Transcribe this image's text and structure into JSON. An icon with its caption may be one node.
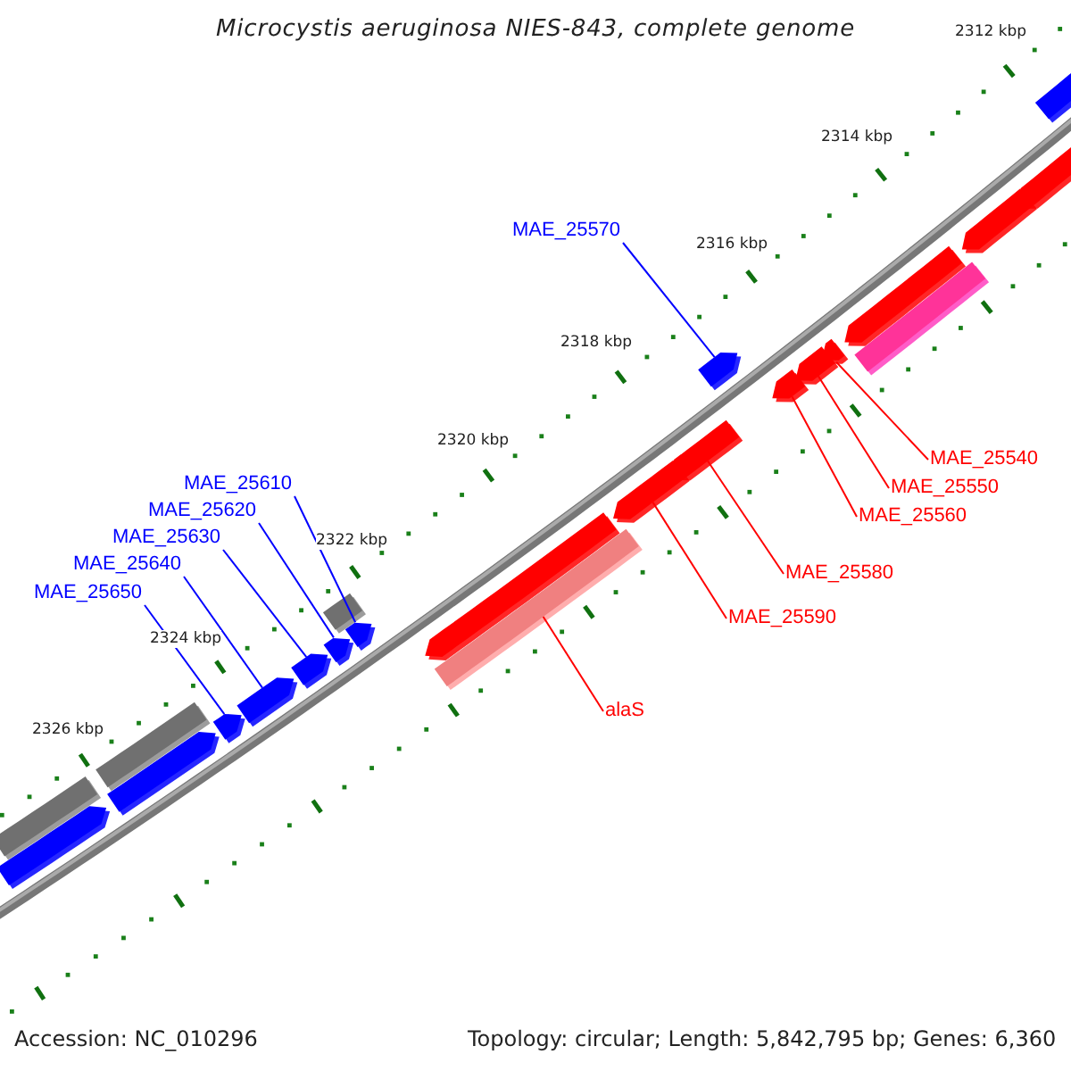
{
  "diagram": {
    "title": "Microcystis aeruginosa NIES-843, complete genome",
    "nodes": [
      {
        "text": [
          "MAE_25570"
        ]
      },
      {
        "text": [
          "MAE_25610"
        ]
      },
      {
        "text": [
          "MAE_25620"
        ]
      },
      {
        "text": [
          "MAE_25630"
        ]
      },
      {
        "text": [
          "MAE_25640"
        ]
      },
      {
        "text": [
          "MAE_25650"
        ]
      },
      {
        "text": [
          "MAE_25540"
        ]
      },
      {
        "text": [
          "MAE_25550"
        ]
      },
      {
        "text": [
          "MAE_25560"
        ]
      },
      {
        "text": [
          "MAE_25580"
        ]
      },
      {
        "text": [
          "MAE_25590"
        ]
      },
      {
        "text": [
          "alaS"
        ]
      },
      {
        "text": [],
        "shape": "bar"
      },
      {
        "text": [],
        "shape": "pentagon"
      },
      {
        "text": [],
        "shape": "bar"
      },
      {
        "text": [],
        "shape": "pentagon"
      },
      {
        "text": [],
        "shape": "pentagon"
      },
      {
        "text": [],
        "shape": "pentagon"
      },
      {
        "text": [],
        "shape": "pentagon"
      },
      {
        "text": [],
        "shape": "pentagon"
      },
      {
        "text": [],
        "shape": "bar"
      },
      {
        "text": [],
        "shape": "pentagon"
      },
      {
        "text": [],
        "shape": "pentagon"
      },
      {
        "text": [],
        "shape": "bar"
      },
      {
        "text": [],
        "shape": "pentagon"
      },
      {
        "text": [],
        "shape": "pentagon"
      },
      {
        "text": [],
        "shape": "pentagon"
      },
      {
        "text": [],
        "shape": "pentagon"
      },
      {
        "text": [],
        "shape": "pentagon"
      },
      {
        "text": [],
        "shape": "pentagon"
      },
      {
        "text": [],
        "shape": "pentagon"
      },
      {
        "text": [],
        "shape": "bar"
      },
      {
        "text": [],
        "shape": "pentagon"
      },
      {
        "text": [],
        "shape": "pentagon"
      },
      {
        "text": [],
        "shape": "bar"
      }
    ],
    "edges": [
      {
        "from": 0,
        "to": 26,
        "arrow": "none",
        "color": "#0000ff"
      },
      {
        "from": 1,
        "to": 21,
        "arrow": "none",
        "color": "#0000ff"
      },
      {
        "from": 2,
        "to": 19,
        "arrow": "none",
        "color": "#0000ff"
      },
      {
        "from": 3,
        "to": 18,
        "arrow": "none",
        "color": "#0000ff"
      },
      {
        "from": 4,
        "to": 17,
        "arrow": "none",
        "color": "#0000ff"
      },
      {
        "from": 5,
        "to": 16,
        "arrow": "none",
        "color": "#0000ff"
      },
      {
        "from": 6,
        "to": 29,
        "arrow": "none",
        "color": "#ff0000"
      },
      {
        "from": 7,
        "to": 28,
        "arrow": "none",
        "color": "#ff0000"
      },
      {
        "from": 8,
        "to": 27,
        "arrow": "none",
        "color": "#ff0000"
      },
      {
        "from": 9,
        "to": 25,
        "arrow": "none",
        "color": "#ff0000"
      },
      {
        "from": 10,
        "to": 24,
        "arrow": "none",
        "color": "#ff0000"
      },
      {
        "from": 11,
        "to": 23,
        "arrow": "none",
        "color": "#ff0000"
      }
    ],
    "labels": [
      "2312 kbp",
      "2314 kbp",
      "2316 kbp",
      "2318 kbp",
      "2320 kbp",
      "2322 kbp",
      "2324 kbp",
      "2326 kbp",
      "Accession: NC_010296",
      "Topology: circular; Length: 5,842,795 bp; Genes: 6,360"
    ]
  }
}
